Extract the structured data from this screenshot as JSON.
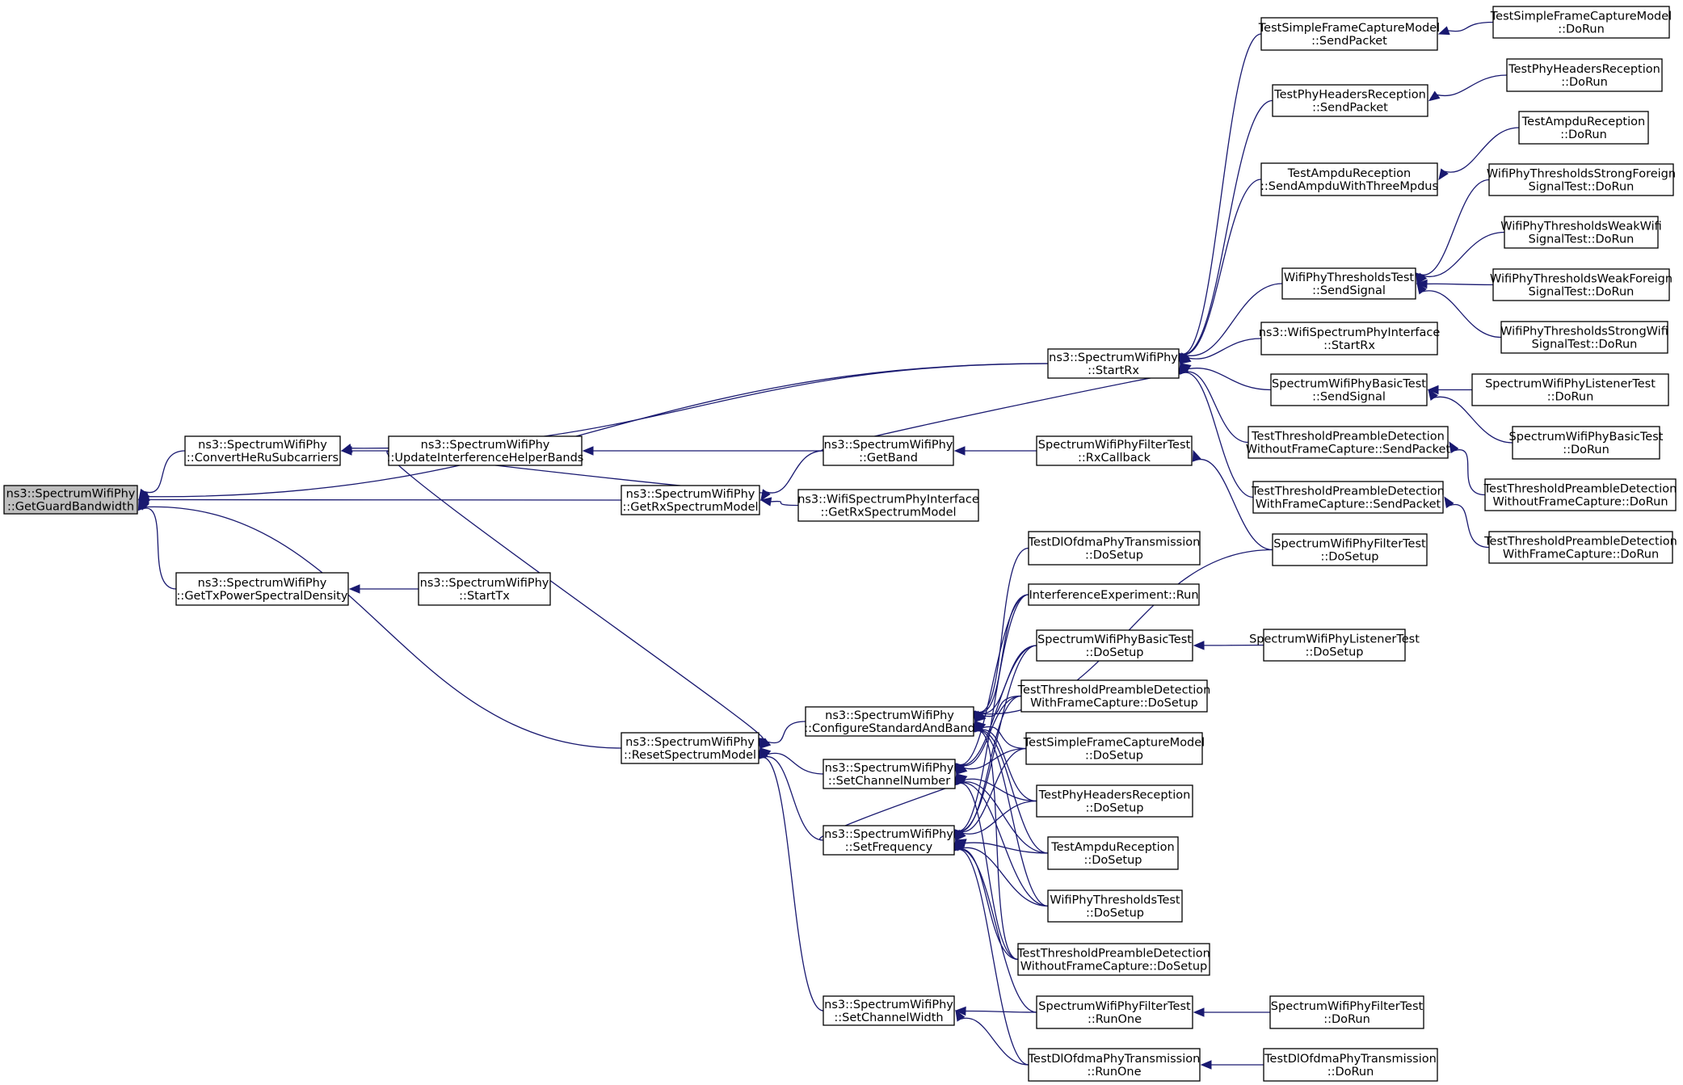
{
  "graph": {
    "root": "n0",
    "nodes": [
      {
        "id": "n0",
        "lines": [
          "ns3::SpectrumWifiPhy",
          "::GetGuardBandwidth"
        ],
        "root": true
      },
      {
        "id": "n1",
        "lines": [
          "ns3::SpectrumWifiPhy",
          "::ConvertHeRuSubcarriers"
        ]
      },
      {
        "id": "n2",
        "lines": [
          "ns3::SpectrumWifiPhy",
          "::GetRxSpectrumModel"
        ]
      },
      {
        "id": "n3",
        "lines": [
          "ns3::SpectrumWifiPhy",
          "::GetTxPowerSpectralDensity"
        ]
      },
      {
        "id": "n4",
        "lines": [
          "ns3::SpectrumWifiPhy",
          "::ResetSpectrumModel"
        ]
      },
      {
        "id": "n5",
        "lines": [
          "ns3::SpectrumWifiPhy",
          "::StartRx"
        ]
      },
      {
        "id": "n6",
        "lines": [
          "ns3::SpectrumWifiPhy",
          "::UpdateInterferenceHelperBands"
        ]
      },
      {
        "id": "n7",
        "lines": [
          "ns3::SpectrumWifiPhy",
          "::StartTx"
        ]
      },
      {
        "id": "n8",
        "lines": [
          "ns3::SpectrumWifiPhy",
          "::GetBand"
        ]
      },
      {
        "id": "n9",
        "lines": [
          "ns3::WifiSpectrumPhyInterface",
          "::GetRxSpectrumModel"
        ]
      },
      {
        "id": "n10",
        "lines": [
          "ns3::SpectrumWifiPhy",
          "::ConfigureStandardAndBand"
        ]
      },
      {
        "id": "n11",
        "lines": [
          "ns3::SpectrumWifiPhy",
          "::SetChannelNumber"
        ]
      },
      {
        "id": "n12",
        "lines": [
          "ns3::SpectrumWifiPhy",
          "::SetFrequency"
        ]
      },
      {
        "id": "n13",
        "lines": [
          "ns3::SpectrumWifiPhy",
          "::SetChannelWidth"
        ]
      },
      {
        "id": "n14",
        "lines": [
          "SpectrumWifiPhyFilterTest",
          "::RxCallback"
        ]
      },
      {
        "id": "n15",
        "lines": [
          "TestSimpleFrameCaptureModel",
          "::SendPacket"
        ]
      },
      {
        "id": "n16",
        "lines": [
          "TestPhyHeadersReception",
          "::SendPacket"
        ]
      },
      {
        "id": "n17",
        "lines": [
          "TestAmpduReception",
          "::SendAmpduWithThreeMpdus"
        ]
      },
      {
        "id": "n18",
        "lines": [
          "WifiPhyThresholdsTest",
          "::SendSignal"
        ]
      },
      {
        "id": "n19",
        "lines": [
          "ns3::WifiSpectrumPhyInterface",
          "::StartRx"
        ]
      },
      {
        "id": "n20",
        "lines": [
          "SpectrumWifiPhyBasicTest",
          "::SendSignal"
        ]
      },
      {
        "id": "n21",
        "lines": [
          "TestThresholdPreambleDetection",
          "WithoutFrameCapture::SendPacket"
        ]
      },
      {
        "id": "n22",
        "lines": [
          "TestThresholdPreambleDetection",
          "WithFrameCapture::SendPacket"
        ]
      },
      {
        "id": "n23",
        "lines": [
          "SpectrumWifiPhyFilterTest",
          "::DoSetup"
        ]
      },
      {
        "id": "n24",
        "lines": [
          "TestDlOfdmaPhyTransmission",
          "::DoSetup"
        ]
      },
      {
        "id": "n25",
        "lines": [
          "InterferenceExperiment::Run"
        ]
      },
      {
        "id": "n26",
        "lines": [
          "SpectrumWifiPhyBasicTest",
          "::DoSetup"
        ]
      },
      {
        "id": "n27",
        "lines": [
          "TestThresholdPreambleDetection",
          "WithFrameCapture::DoSetup"
        ]
      },
      {
        "id": "n28",
        "lines": [
          "TestSimpleFrameCaptureModel",
          "::DoSetup"
        ]
      },
      {
        "id": "n29",
        "lines": [
          "TestPhyHeadersReception",
          "::DoSetup"
        ]
      },
      {
        "id": "n30",
        "lines": [
          "TestAmpduReception",
          "::DoSetup"
        ]
      },
      {
        "id": "n31",
        "lines": [
          "WifiPhyThresholdsTest",
          "::DoSetup"
        ]
      },
      {
        "id": "n32",
        "lines": [
          "TestThresholdPreambleDetection",
          "WithoutFrameCapture::DoSetup"
        ]
      },
      {
        "id": "n33",
        "lines": [
          "SpectrumWifiPhyFilterTest",
          "::RunOne"
        ]
      },
      {
        "id": "n34",
        "lines": [
          "TestDlOfdmaPhyTransmission",
          "::RunOne"
        ]
      },
      {
        "id": "n35",
        "lines": [
          "TestSimpleFrameCaptureModel",
          "::DoRun"
        ]
      },
      {
        "id": "n36",
        "lines": [
          "TestPhyHeadersReception",
          "::DoRun"
        ]
      },
      {
        "id": "n37",
        "lines": [
          "TestAmpduReception",
          "::DoRun"
        ]
      },
      {
        "id": "n38",
        "lines": [
          "WifiPhyThresholdsStrongForeign",
          "SignalTest::DoRun"
        ]
      },
      {
        "id": "n39",
        "lines": [
          "WifiPhyThresholdsWeakWifi",
          "SignalTest::DoRun"
        ]
      },
      {
        "id": "n40",
        "lines": [
          "WifiPhyThresholdsWeakForeign",
          "SignalTest::DoRun"
        ]
      },
      {
        "id": "n41",
        "lines": [
          "WifiPhyThresholdsStrongWifi",
          "SignalTest::DoRun"
        ]
      },
      {
        "id": "n42",
        "lines": [
          "SpectrumWifiPhyListenerTest",
          "::DoRun"
        ]
      },
      {
        "id": "n43",
        "lines": [
          "SpectrumWifiPhyBasicTest",
          "::DoRun"
        ]
      },
      {
        "id": "n44",
        "lines": [
          "TestThresholdPreambleDetection",
          "WithoutFrameCapture::DoRun"
        ]
      },
      {
        "id": "n45",
        "lines": [
          "TestThresholdPreambleDetection",
          "WithFrameCapture::DoRun"
        ]
      },
      {
        "id": "n46",
        "lines": [
          "SpectrumWifiPhyListenerTest",
          "::DoSetup"
        ]
      },
      {
        "id": "n47",
        "lines": [
          "SpectrumWifiPhyFilterTest",
          "::DoRun"
        ]
      },
      {
        "id": "n48",
        "lines": [
          "TestDlOfdmaPhyTransmission",
          "::DoRun"
        ]
      }
    ],
    "edges": [
      [
        "n1",
        "n0"
      ],
      [
        "n2",
        "n0"
      ],
      [
        "n3",
        "n0"
      ],
      [
        "n4",
        "n0"
      ],
      [
        "n5",
        "n0"
      ],
      [
        "n5",
        "n1"
      ],
      [
        "n6",
        "n1"
      ],
      [
        "n6",
        "n2"
      ],
      [
        "n8",
        "n2"
      ],
      [
        "n9",
        "n2"
      ],
      [
        "n7",
        "n3"
      ],
      [
        "n10",
        "n4"
      ],
      [
        "n11",
        "n4"
      ],
      [
        "n12",
        "n4"
      ],
      [
        "n13",
        "n4"
      ],
      [
        "n6",
        "n4"
      ],
      [
        "n15",
        "n5"
      ],
      [
        "n16",
        "n5"
      ],
      [
        "n17",
        "n5"
      ],
      [
        "n18",
        "n5"
      ],
      [
        "n19",
        "n5"
      ],
      [
        "n20",
        "n5"
      ],
      [
        "n21",
        "n5"
      ],
      [
        "n22",
        "n5"
      ],
      [
        "n8",
        "n5"
      ],
      [
        "n8",
        "n6"
      ],
      [
        "n14",
        "n8"
      ],
      [
        "n23",
        "n14"
      ],
      [
        "n35",
        "n15"
      ],
      [
        "n36",
        "n16"
      ],
      [
        "n37",
        "n17"
      ],
      [
        "n38",
        "n18"
      ],
      [
        "n39",
        "n18"
      ],
      [
        "n40",
        "n18"
      ],
      [
        "n41",
        "n18"
      ],
      [
        "n42",
        "n20"
      ],
      [
        "n43",
        "n20"
      ],
      [
        "n44",
        "n21"
      ],
      [
        "n45",
        "n22"
      ],
      [
        "n23",
        "n10"
      ],
      [
        "n24",
        "n10"
      ],
      [
        "n25",
        "n10"
      ],
      [
        "n26",
        "n10"
      ],
      [
        "n27",
        "n10"
      ],
      [
        "n28",
        "n10"
      ],
      [
        "n29",
        "n10"
      ],
      [
        "n30",
        "n10"
      ],
      [
        "n31",
        "n10"
      ],
      [
        "n32",
        "n10"
      ],
      [
        "n25",
        "n11"
      ],
      [
        "n26",
        "n11"
      ],
      [
        "n27",
        "n11"
      ],
      [
        "n28",
        "n11"
      ],
      [
        "n29",
        "n11"
      ],
      [
        "n30",
        "n11"
      ],
      [
        "n31",
        "n11"
      ],
      [
        "n32",
        "n11"
      ],
      [
        "n12",
        "n11"
      ],
      [
        "n25",
        "n12"
      ],
      [
        "n26",
        "n12"
      ],
      [
        "n27",
        "n12"
      ],
      [
        "n28",
        "n12"
      ],
      [
        "n29",
        "n12"
      ],
      [
        "n30",
        "n12"
      ],
      [
        "n31",
        "n12"
      ],
      [
        "n32",
        "n12"
      ],
      [
        "n33",
        "n12"
      ],
      [
        "n34",
        "n12"
      ],
      [
        "n33",
        "n13"
      ],
      [
        "n34",
        "n13"
      ],
      [
        "n46",
        "n26"
      ],
      [
        "n47",
        "n33"
      ],
      [
        "n48",
        "n34"
      ]
    ]
  }
}
